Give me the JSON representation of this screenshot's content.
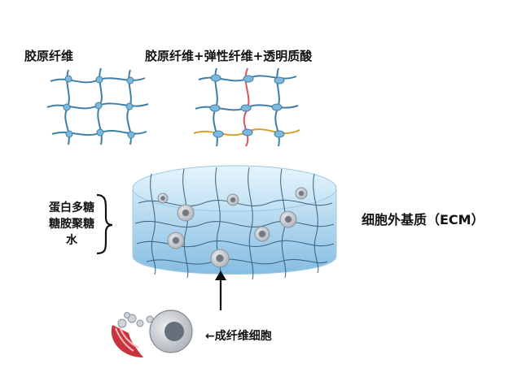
{
  "top_labels": {
    "collagen": "胶原纤维",
    "mixed": "胶原纤维+弹性纤维+透明质酸"
  },
  "ground_substance": [
    "蛋白多糖",
    "糖胺聚糖",
    "水"
  ],
  "ecm_label": "细胞外基质（ECM）",
  "fibroblast_label": "←成纤维细胞",
  "colors": {
    "collagen_fiber": "#3f7fa6",
    "fiber_node": "#7db9dc",
    "elastic_fiber": "#d9555b",
    "hyaluronic_acid": "#d8a12c",
    "gel_light": "#cfe8f6",
    "gel_dark": "#7fb6dc",
    "cell_gray": "#b9bec4"
  }
}
